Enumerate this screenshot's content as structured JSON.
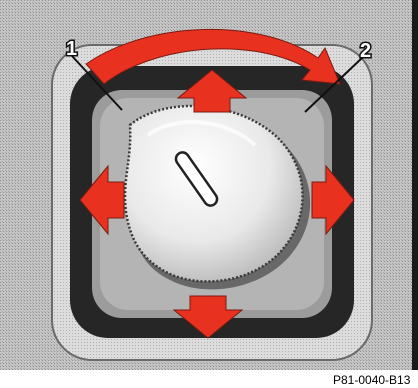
{
  "figure": {
    "callouts": [
      "1",
      "2"
    ],
    "reference_code": "P81-0040-B13",
    "icons": [
      "knob-icon",
      "rotate-arrow-icon",
      "arrow-up-icon",
      "arrow-down-icon",
      "arrow-left-icon",
      "arrow-right-icon"
    ],
    "colors": {
      "arrow": "#e8321f",
      "background": "#bdbdbd",
      "frame": "#2a2a2a",
      "bezel": "#9a9a9a",
      "knob": "#e6e6e6"
    }
  }
}
